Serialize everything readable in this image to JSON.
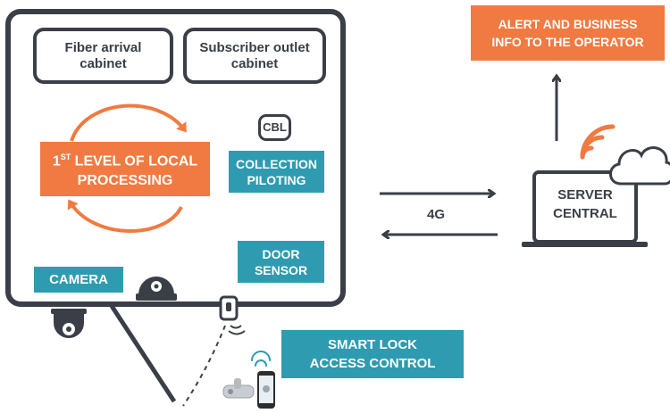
{
  "cabinet": {
    "fiber_arrival": "Fiber arrival cabinet",
    "subscriber_outlet": "Subscriber outlet cabinet"
  },
  "processing": {
    "prefix": "1",
    "superscript": "ST",
    "line1_rest": " LEVEL OF LOCAL",
    "line2": "PROCESSING"
  },
  "cbl_badge": "CBL",
  "collection": {
    "line1": "COLLECTION",
    "line2": "PILOTING"
  },
  "door_sensor": {
    "line1": "DOOR",
    "line2": "SENSOR"
  },
  "camera_label": "CAMERA",
  "link_label": "4G",
  "server": {
    "line1": "SERVER",
    "line2": "CENTRAL"
  },
  "alert": {
    "line1": "ALERT AND BUSINESS",
    "line2": "INFO TO THE OPERATOR"
  },
  "smart_lock": {
    "line1": "SMART LOCK",
    "line2": "ACCESS CONTROL"
  },
  "colors": {
    "dark": "#3a3f47",
    "orange": "#f07a42",
    "teal": "#2e9bb0"
  },
  "icons": [
    "camera-icon",
    "cloud-icon",
    "wifi-signal-icon",
    "door-sensor-icon",
    "smartphone-icon",
    "cylinder-lock-icon",
    "laptop-icon"
  ]
}
